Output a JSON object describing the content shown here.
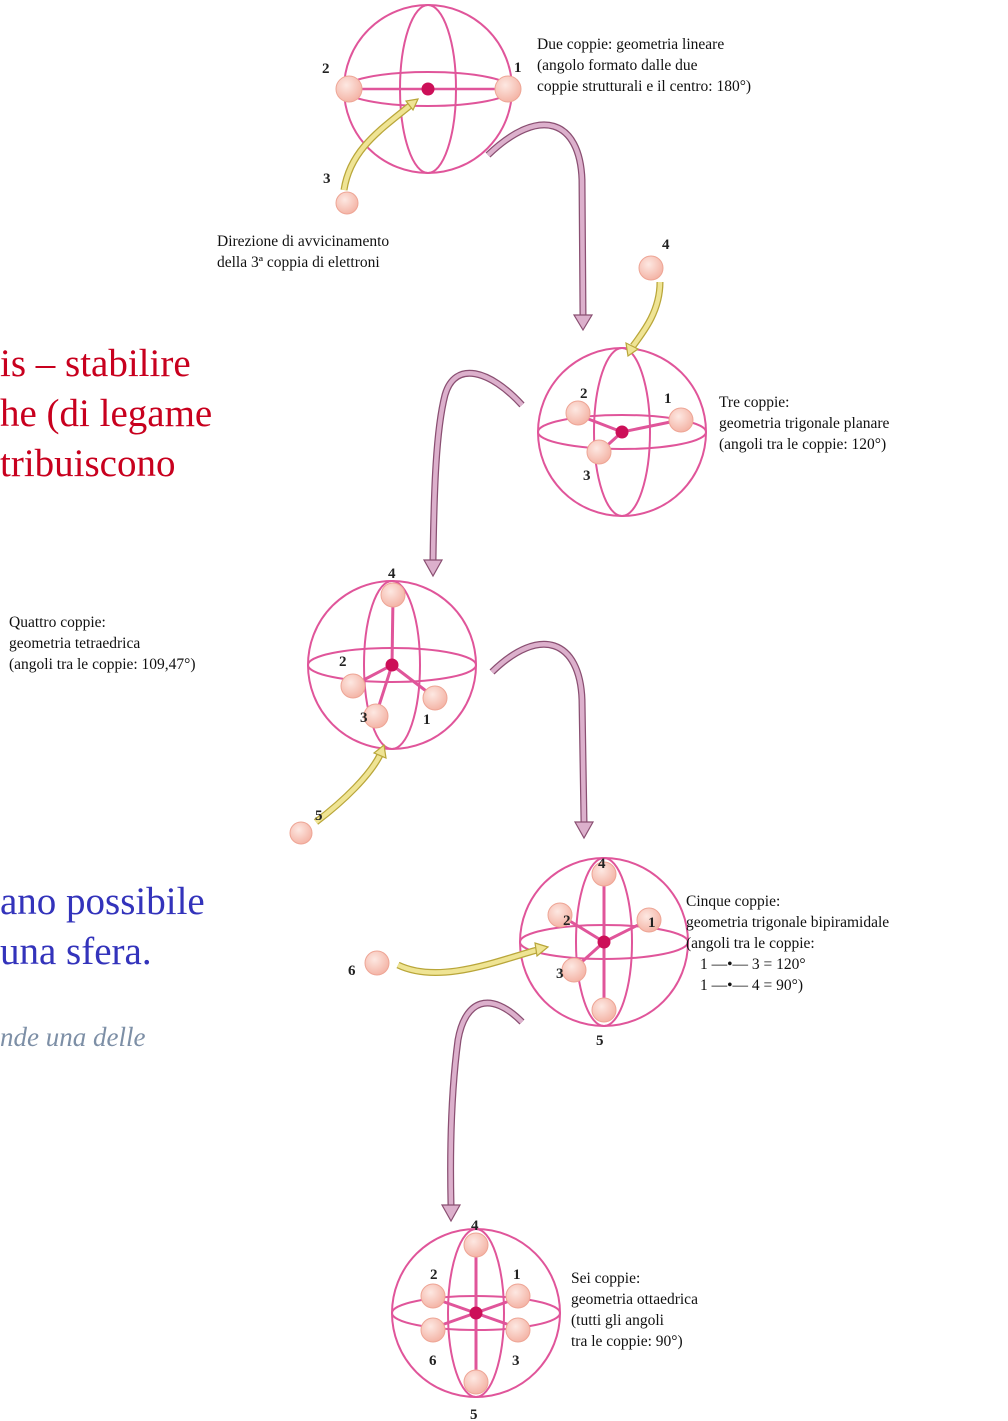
{
  "background_text": {
    "red_lines": [
      "is – stabilire",
      "he (di legame",
      "tribuiscono"
    ],
    "blue_lines": [
      "ano possibile",
      "una sfera."
    ],
    "italic_line": "nde una delle"
  },
  "stages": {
    "two": {
      "caption": [
        "Due coppie:  geometria lineare",
        "(angolo formato dalle due",
        "coppie strutturali e il centro: 180°)"
      ],
      "labels": {
        "l1": "1",
        "l2": "2"
      }
    },
    "approach": {
      "caption": [
        "Direzione di avvicinamento",
        "della 3ª coppia di elettroni"
      ],
      "number": "3"
    },
    "three": {
      "caption": [
        "Tre coppie:",
        "geometria trigonale planare",
        "(angoli tra le coppie: 120°)"
      ],
      "labels": {
        "l1": "1",
        "l2": "2",
        "l3": "3"
      },
      "incoming": "4"
    },
    "four": {
      "caption": [
        "Quattro coppie:",
        "geometria tetraedrica",
        "(angoli tra le coppie: 109,47°)"
      ],
      "labels": {
        "l1": "1",
        "l2": "2",
        "l3": "3",
        "l4": "4"
      },
      "incoming": "5"
    },
    "five": {
      "caption": [
        "Cinque coppie:",
        "geometria trigonale bipiramidale",
        "(angoli tra le coppie:",
        "1 —•— 3 = 120°",
        "1 —•— 4 = 90°)"
      ],
      "labels": {
        "l1": "1",
        "l2": "2",
        "l3": "3",
        "l4": "4",
        "l5": "5"
      },
      "incoming": "6"
    },
    "six": {
      "caption": [
        "Sei coppie:",
        "geometria ottaedrica",
        "(tutti gli angoli",
        "tra le coppie: 90°)"
      ],
      "labels": {
        "l1": "1",
        "l2": "2",
        "l3": "3",
        "l4": "4",
        "l5": "5",
        "l6": "6"
      }
    }
  },
  "colors": {
    "sphere": "#e0559a",
    "dot": "#cc0f58",
    "lobe": "#f7c2b8",
    "lobe_edge": "#eea595",
    "arrow_pink": "#d9a8c6",
    "arrow_yellow": "#ecdf86"
  }
}
